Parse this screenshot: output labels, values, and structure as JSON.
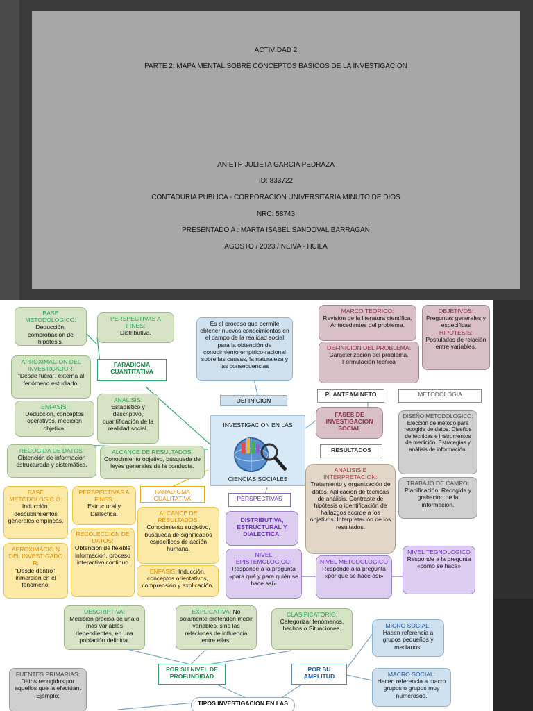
{
  "cover": {
    "lines": [
      "ACTIVIDAD 2",
      "PARTE 2: MAPA MENTAL SOBRE CONCEPTOS BASICOS DE LA INVESTIGACION",
      "ANIETH JULIETA GARCIA PEDRAZA",
      "ID: 833722",
      "CONTADURIA PUBLICA - CORPORACION UNIVERSITARIA MINUTO DE DIOS",
      "NRC: 58743",
      "PRESENTADO A : MARTA ISABEL SANDOVAL BARRAGAN",
      "AGOSTO / 2023 / NEIVA - HUILA"
    ]
  },
  "colors": {
    "cover_bg": "#a7a7a7",
    "green_box": "#d5e2c4",
    "green_text": "#27a15a",
    "blue_box": "#cfe0ee",
    "blue_text": "#1a5aa5",
    "mauve_box": "#d8c0c6",
    "mauve_text": "#8c2f4a",
    "yellow_box": "#fde9a6",
    "yellow_text": "#e08b00",
    "purple_box": "#dccdf0",
    "purple_text": "#6a2dbf",
    "grey_box": "#cfcfcf"
  },
  "map": {
    "center": {
      "top": "INVESTIGACION EN LAS",
      "bottom": "CIENCIAS SOCIALES",
      "icon": "globe-magnifier-icon"
    },
    "definition_label": "DEFINICION",
    "definition_text": "Es el proceso que permite obtener nuevos conocimientos en el campo de la realidad social para la obtención de conocimiento empírico-racional sobre las causas, la naturaleza y las consecuencias",
    "paradigma_cuantitativa": "PARADIGMA CUANTITATIVA",
    "paradigma_cualitativa": "PARADIGMA CUALITATIVA",
    "quant": {
      "base_title": "BASE METODOLOGICO:",
      "base_text": "Deducción, comprobación de hipótesis.",
      "persp_title": "PERSPECTIVAS A FINES:",
      "persp_text": "Distributiva.",
      "aprox_title": "APROXIMACION DEL INVESTIGADOR:",
      "aprox_text": "\"Desde fuera\", externa al fenómeno estudiado.",
      "enfasis_title": "ENFASIS:",
      "enfasis_text": "Deducción, conceptos operativos, medición objetiva.",
      "analisis_title": "ANALISIS:",
      "analisis_text": "Estadístico y descriptivo, cuantificación de la realidad social.",
      "recog_title": "RECOGIDA DE DATOS:",
      "recog_text": "Obtención de información estructurada y sistemática.",
      "alcance_title": "ALCANCE DE RESULTADOS:",
      "alcance_text": "Conocimiento objetivo, búsqueda de leyes generales de la conducta."
    },
    "qual": {
      "base_title": "BASE METODOLOGIC O:",
      "base_text": "Inducción, descubrimientos generales empíricas.",
      "persp_title": "PERSPECTIVAS A FINES:",
      "persp_text": "Estructural y Dialéctica.",
      "alcance_title": "ALCANCE DE RESULTADOS:",
      "alcance_text": "Conocimiento subjetivo, búsqueda de significados específicos de acción humana.",
      "aprox_title": "APROXIMACIO N DEL INVESTIGADO R:",
      "aprox_text": "\"Desde dentro\", inmersión en el fenómeno.",
      "recol_title": "RECOLECCION DE DATOS:",
      "recol_text": "Obtención de flexible información, proceso interactivo continuo",
      "enfasis_title": "ENFASIS:",
      "enfasis_text": "Inducción, conceptos orientativos, comprensión y explicación."
    },
    "fases": {
      "label": "FASES DE INVESTIGACION SOCIAL",
      "planteamiento": "PLANTEAMINETO",
      "metodologia": "METODOLOGIA",
      "resultados": "RESULTADOS",
      "marco_title": "MARCO TEORICO:",
      "marco_text": "Revisión de la literatura científica. Antecedentes del problema.",
      "objetivos_title": "OBJETIVOS:",
      "objetivos_text": "Preguntas generales y especificas",
      "hipotesis_title": "HIPOTESIS:",
      "hipotesis_text": "Postulados de relación entre variables.",
      "definicion_title": "DEFINICION DEL PROBLEMA:",
      "definicion_text": "Caracterización del problema. Formulación técnica",
      "diseno_title": "DISEÑO METODOLOGICO:",
      "diseno_text": "Elección de método para recogida de datos. Diseños de técnicas e instrumentos de medición. Estrategias y análisis de información.",
      "trabajo_title": "TRABAJO DE CAMPO:",
      "trabajo_text": "Planificación. Recogida y grabación de la información.",
      "analisis_title": "ANALISIS E INTERPRETACION:",
      "analisis_text": "Tratamiento y organización de datos. Aplicación de técnicas de análisis. Contraste de hipótesis o identificación de hallazgos acorde a los objetivos. Interpretación de los resultados."
    },
    "perspectivas": {
      "label": "PERSPECTIVAS",
      "tipos": "DISTRIBUTIVA, ESTRUCTURAL Y DIALECTICA.",
      "epist_title": "NIVEL EPISTEMOLOGICO:",
      "epist_text": "Responde a la pregunta «para qué y para quién se hace así»",
      "metod_title": "NIVEL METODOLOGICO",
      "metod_text": "Responde a la pregunta «por qué se hace así»",
      "tecn_title": "NIVEL TEGNOLOGICO",
      "tecn_text": "Responde a la pregunta «cómo se hace»"
    },
    "tipos": {
      "root": "TIPOS INVESTIGACION EN LAS",
      "profundidad": "POR SU NIVEL DE PROFUNDIDAD",
      "amplitud": "POR SU AMPLITUD",
      "descriptiva_title": "DESCRIPTIVA:",
      "descriptiva_text": "Medición precisa de una o más variables dependientes, en una población definida.",
      "explicativa_title": "EXPLICATIVA:",
      "explicativa_text": "No solamente pretenden medir variables, sino las relaciones de influencia entre ellas.",
      "clasificatorio_title": "CLASIFICATORIO:",
      "clasificatorio_text": "Categorizar fenómenos, hechos o Situaciones.",
      "micro_title": "MICRO SOCIAL:",
      "micro_text": "Hacen referencia a grupos pequeños y medianos.",
      "macro_title": "MACRO SOCIAL:",
      "macro_text": "Hacen referencia a macro grupos o grupos muy numerosos.",
      "fuentes_title": "FUENTES PRIMARIAS:",
      "fuentes_text": "Datos recogidos por aquellos que la efectúan. Ejemplo:"
    }
  }
}
